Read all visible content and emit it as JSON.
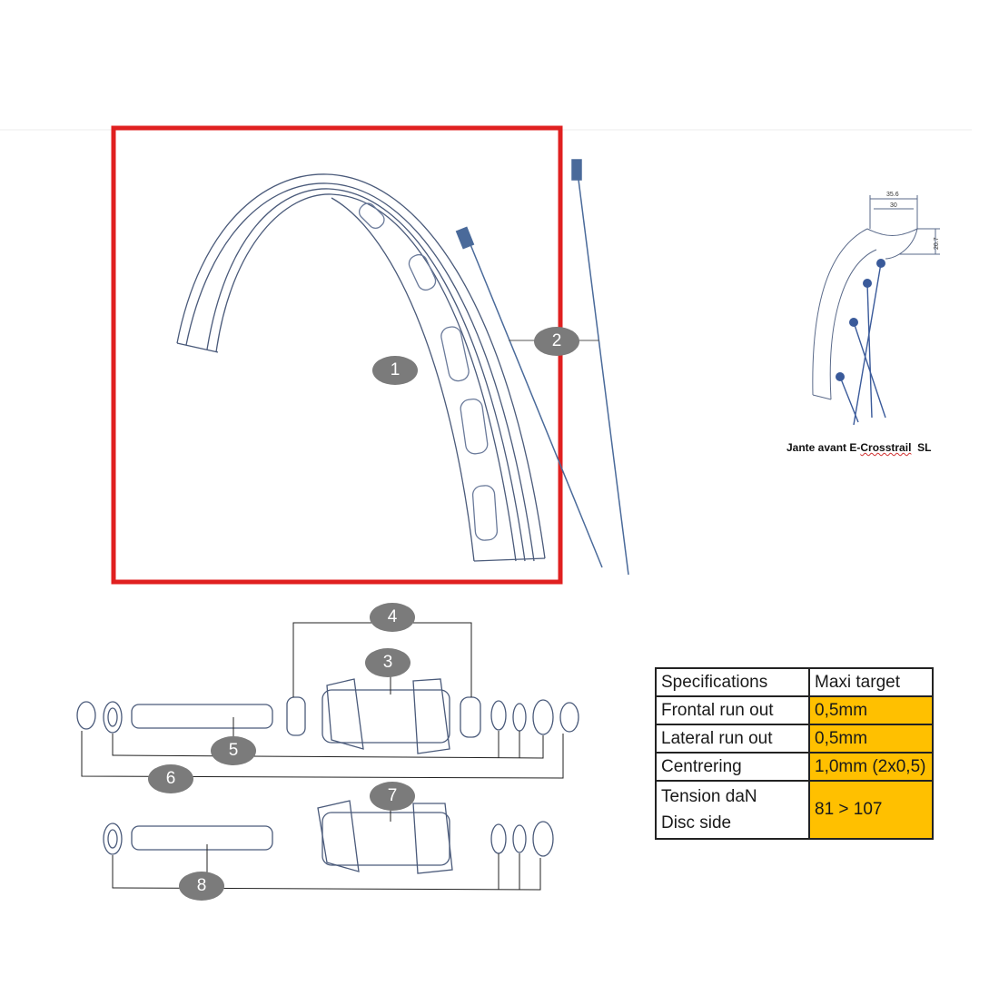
{
  "callouts": [
    "1",
    "2",
    "3",
    "4",
    "5",
    "6",
    "7",
    "8"
  ],
  "rim_caption": {
    "prefix": "Jante avant E-",
    "underlined": "Crosstrail",
    "suffix": "  SL"
  },
  "dimensions": {
    "outer_width": "35.6",
    "inner_width": "30",
    "height": "20.7"
  },
  "spec_table": {
    "headers": [
      "Specifications",
      "Maxi target"
    ],
    "rows": [
      {
        "label": "Frontal run out",
        "value": "0,5mm"
      },
      {
        "label": "Lateral run out",
        "value": "0,5mm"
      },
      {
        "label": "Centrering",
        "value": "1,0mm (2x0,5)"
      },
      {
        "label_line1": "Tension daN",
        "label_line2": "Disc side",
        "value": "81 > 107"
      }
    ]
  },
  "colors": {
    "highlight": "#ffc000",
    "selection_box": "#e02020",
    "callout": "#7b7b7b",
    "line_art": "#4a6a9a"
  }
}
